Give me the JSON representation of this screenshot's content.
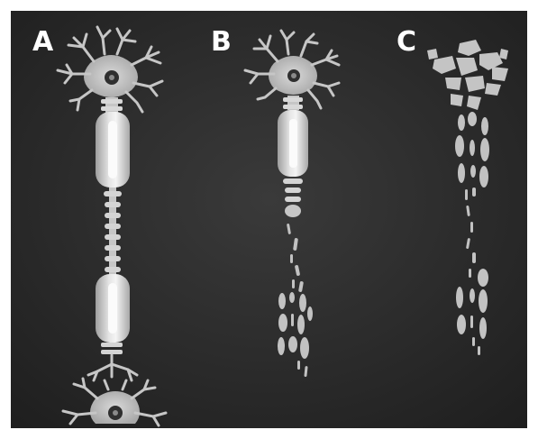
{
  "figure": {
    "panels": [
      {
        "label": "A",
        "state": "intact neuron"
      },
      {
        "label": "B",
        "state": "axon degenerating"
      },
      {
        "label": "C",
        "state": "neuron fully fragmented"
      }
    ],
    "colors": {
      "background": "#2b2b2b",
      "cell": "#c8c8c8",
      "highlight": "#eeeeee",
      "letter": "#ffffff"
    }
  }
}
